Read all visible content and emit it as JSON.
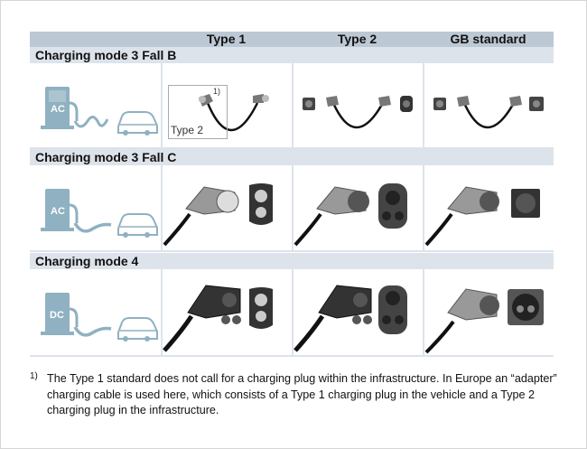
{
  "columns": [
    "Type 1",
    "Type 2",
    "GB standard"
  ],
  "rows": [
    {
      "title": "Charging mode 3 Fall B",
      "station_label": "AC"
    },
    {
      "title": "Charging mode 3 Fall C",
      "station_label": "AC"
    },
    {
      "title": "Charging mode 4",
      "station_label": "DC"
    }
  ],
  "inset": {
    "label": "Type 2",
    "marker": "1)"
  },
  "footnote": {
    "marker": "1)",
    "text": "The Type 1 standard does not call for a charging plug within the infrastructure. In Europe an “adapter” charging cable is used here, which consists of a Type 1 charging plug in the vehicle and a Type 2 charging plug in the infrastructure."
  },
  "colors": {
    "header": "#bcc8d4",
    "band": "#dde3ea",
    "icon": "#8fb1c1"
  }
}
